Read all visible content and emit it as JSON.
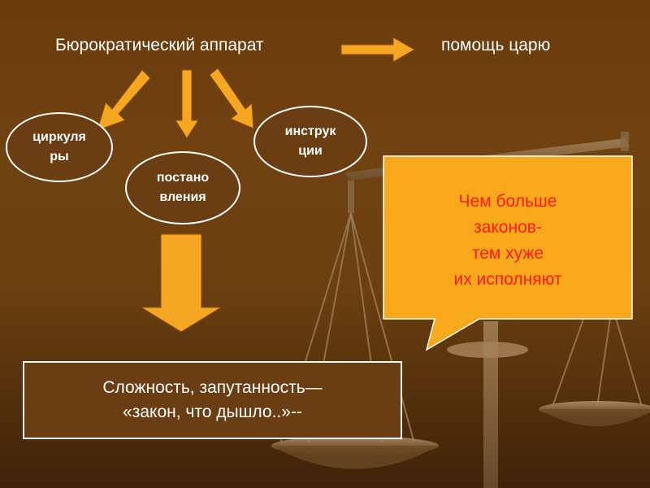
{
  "title": "Бюрократический аппарат",
  "target": "помощь царю",
  "nodes": [
    {
      "line1": "циркуля",
      "line2": "ры"
    },
    {
      "line1": "постано",
      "line2": "вления"
    },
    {
      "line1": "инструк",
      "line2": "ции"
    }
  ],
  "result": {
    "line1": "Сложность, запутанность—",
    "line2": "«закон, что дышло..»--"
  },
  "callout": {
    "lines": [
      "Чем больше",
      "законов-",
      "тем хуже",
      "их исполняют"
    ]
  },
  "colors": {
    "arrow": "#f5a623",
    "callout_fill": "#f7a81b",
    "callout_text": "#ff1a1a",
    "box_fill": "#6b3d12"
  }
}
